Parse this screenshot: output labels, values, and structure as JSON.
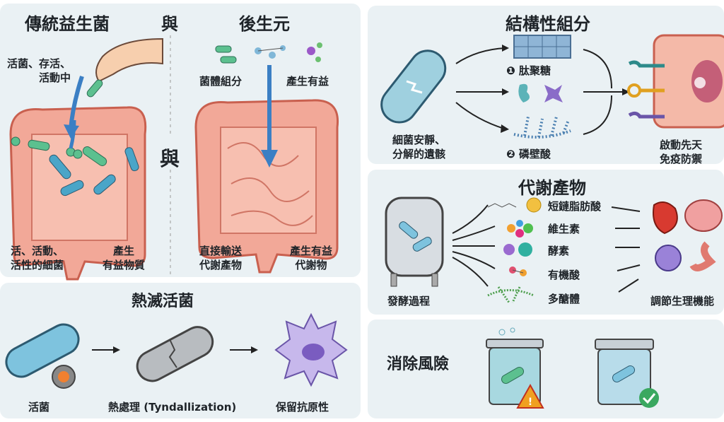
{
  "comparison": {
    "title_left": "傳統益生菌",
    "connector": "與",
    "title_right": "後生元",
    "left_labels": {
      "live_top": "活菌、存活、",
      "live_top2": "活動中",
      "bottom_left": "活、活動、",
      "bottom_left2": "活性的細菌",
      "bottom_right": "產生",
      "bottom_right2": "有益物質"
    },
    "right_labels": {
      "components": "菌體組分",
      "beneficial": "產生有益",
      "deliver": "直接輸送",
      "deliver2": "代謝產物",
      "metabolites": "產生有益",
      "metabolites2": "代謝物"
    }
  },
  "heat_killed": {
    "title": "熱滅活菌",
    "live": "活菌",
    "process": "熱處理 (Tyndallization)",
    "result": "保留抗原性"
  },
  "structural": {
    "title": "結構性組分",
    "source": "細菌安靜、",
    "source2": "分解的遺骸",
    "item1": "❶ 肽聚糖",
    "item2": "❷ 磷壁酸",
    "effect": "啟動先天",
    "effect2": "免疫防禦"
  },
  "metabolites": {
    "title": "代謝產物",
    "source": "發酵過程",
    "items": [
      "短鏈脂肪酸",
      "維生素",
      "酵素",
      "有機酸",
      "多醣體"
    ],
    "effect": "調節生理機能"
  },
  "risk": {
    "title": "消除風險"
  },
  "colors": {
    "panel": "#eaf1f4",
    "gut": "#ef9c8c",
    "gut_stroke": "#c9604f",
    "bacteria_green": "#5cc08f",
    "bacteria_blue": "#4aa5c8",
    "arrow": "#3b7fc4"
  }
}
